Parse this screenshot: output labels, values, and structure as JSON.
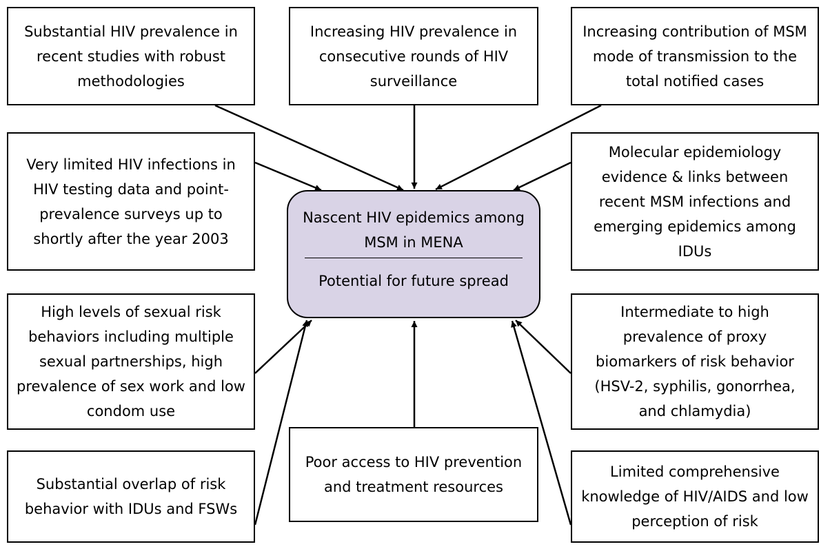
{
  "center": {
    "title": "Nascent HIV epidemics among MSM in MENA",
    "subtitle": "Potential for future spread"
  },
  "factors": {
    "top_left": "Substantial HIV prevalence in recent studies with robust methodologies",
    "top_center": "Increasing HIV prevalence in consecutive rounds of HIV surveillance",
    "top_right": "Increasing contribution of MSM mode of transmission to the total notified cases",
    "mid_left": "Very limited HIV infections in HIV testing data and point-prevalence surveys up to shortly after the year 2003",
    "mid_right": "Molecular epidemiology evidence & links between recent MSM infections and emerging epidemics among IDUs",
    "lower_left": "High levels of sexual risk behaviors including multiple sexual partnerships, high prevalence of sex work and low condom use",
    "lower_right": "Intermediate to high prevalence of proxy biomarkers of risk behavior (HSV-2, syphilis, gonorrhea, and chlamydia)",
    "bottom_left": "Substantial overlap of risk behavior with IDUs and FSWs",
    "bottom_center": "Poor access to HIV prevention and treatment resources",
    "bottom_right": "Limited comprehensive knowledge of HIV/AIDS and low perception of risk"
  },
  "colors": {
    "center_fill": "#d9d3e6",
    "border": "#000000"
  }
}
